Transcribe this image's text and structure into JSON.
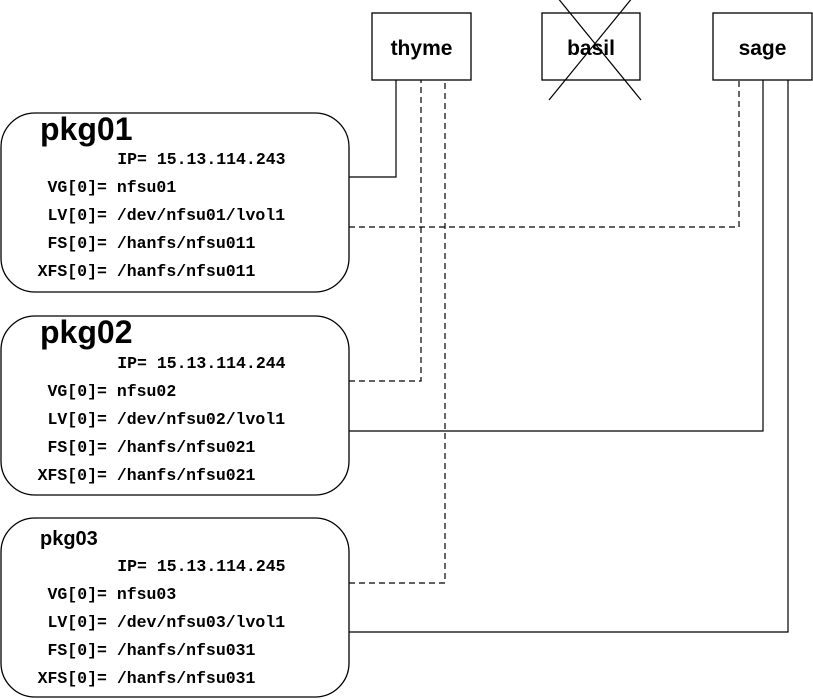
{
  "nodes": [
    {
      "id": "thyme",
      "label": "thyme",
      "failed": false
    },
    {
      "id": "basil",
      "label": "basil",
      "failed": true
    },
    {
      "id": "sage",
      "label": "sage",
      "failed": false
    }
  ],
  "packages": [
    {
      "name": "pkg01",
      "attributes": [
        {
          "key": "IP",
          "value": "15.13.114.243"
        },
        {
          "key": "VG[0]",
          "value": "nfsu01"
        },
        {
          "key": "LV[0]",
          "value": "/dev/nfsu01/lvol1"
        },
        {
          "key": "FS[0]",
          "value": "/hanfs/nfsu011"
        },
        {
          "key": "XFS[0]",
          "value": "/hanfs/nfsu011"
        }
      ]
    },
    {
      "name": "pkg02",
      "attributes": [
        {
          "key": "IP",
          "value": "15.13.114.244"
        },
        {
          "key": "VG[0]",
          "value": "nfsu02"
        },
        {
          "key": "LV[0]",
          "value": "/dev/nfsu02/lvol1"
        },
        {
          "key": "FS[0]",
          "value": "/hanfs/nfsu021"
        },
        {
          "key": "XFS[0]",
          "value": "/hanfs/nfsu021"
        }
      ]
    },
    {
      "name": "pkg03",
      "attributes": [
        {
          "key": "IP",
          "value": "15.13.114.245"
        },
        {
          "key": "VG[0]",
          "value": "nfsu03"
        },
        {
          "key": "LV[0]",
          "value": "/dev/nfsu03/lvol1"
        },
        {
          "key": "FS[0]",
          "value": "/hanfs/nfsu031"
        },
        {
          "key": "XFS[0]",
          "value": "/hanfs/nfsu031"
        }
      ]
    }
  ],
  "connections": [
    {
      "package": "pkg01",
      "node": "thyme",
      "style": "solid",
      "role": "primary"
    },
    {
      "package": "pkg01",
      "node": "sage",
      "style": "dashed",
      "role": "adoptive"
    },
    {
      "package": "pkg02",
      "node": "thyme",
      "style": "dashed",
      "role": "adoptive"
    },
    {
      "package": "pkg02",
      "node": "sage",
      "style": "solid",
      "role": "primary"
    },
    {
      "package": "pkg03",
      "node": "thyme",
      "style": "dashed",
      "role": "adoptive"
    },
    {
      "package": "pkg03",
      "node": "sage",
      "style": "solid",
      "role": "primary"
    }
  ]
}
